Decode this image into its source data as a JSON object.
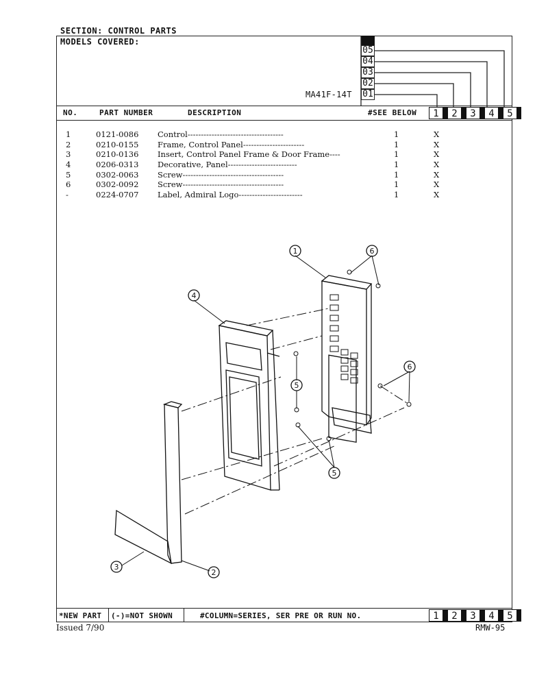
{
  "header": {
    "section_label": "SECTION: CONTROL PARTS",
    "models_label": "MODELS COVERED:",
    "model_number": "MA41F-14T",
    "series_codes": [
      "05",
      "04",
      "03",
      "02",
      "01"
    ]
  },
  "columns": {
    "no": "NO.",
    "part_number": "PART NUMBER",
    "description": "DESCRIPTION",
    "see_below": "#SEE BELOW",
    "series_cols": [
      "1",
      "2",
      "3",
      "4",
      "5"
    ]
  },
  "parts": [
    {
      "no": "1",
      "part": "0121-0086",
      "desc": "Control------------------------------------",
      "qty": "1",
      "mark": "X"
    },
    {
      "no": "2",
      "part": "0210-0155",
      "desc": "Frame, Control Panel-----------------------",
      "qty": "1",
      "mark": "X"
    },
    {
      "no": "3",
      "part": "0210-0136",
      "desc": "Insert, Control Panel Frame & Door Frame----",
      "qty": "1",
      "mark": "X"
    },
    {
      "no": "4",
      "part": "0206-0313",
      "desc": "Decorative, Panel--------------------------",
      "qty": "1",
      "mark": "X"
    },
    {
      "no": "5",
      "part": "0302-0063",
      "desc": "Screw--------------------------------------",
      "qty": "1",
      "mark": "X"
    },
    {
      "no": "6",
      "part": "0302-0092",
      "desc": "Screw--------------------------------------",
      "qty": "1",
      "mark": "X"
    },
    {
      "no": "-",
      "part": "0224-0707",
      "desc": "Label, Admiral Logo------------------------",
      "qty": "1",
      "mark": "X"
    }
  ],
  "diagram": {
    "callouts": [
      "1",
      "6",
      "4",
      "5",
      "6",
      "5",
      "3",
      "2"
    ]
  },
  "footer": {
    "new_part": "*NEW PART",
    "not_shown": "(-)=NOT SHOWN",
    "column_note": "#COLUMN=SERIES, SER PRE OR RUN NO.",
    "series_cols": [
      "1",
      "2",
      "3",
      "4",
      "5"
    ],
    "issued": "Issued  7/90",
    "doc_code": "RMW-95"
  }
}
